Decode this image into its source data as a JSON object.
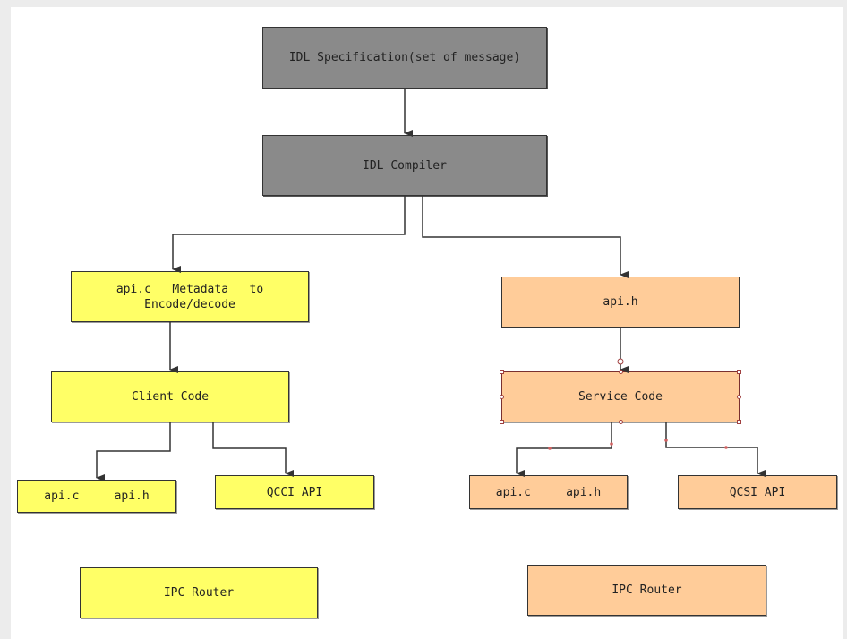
{
  "diagram": {
    "nodes": {
      "idl_spec": {
        "label": "IDL Specification(set of message)"
      },
      "idl_compiler": {
        "label": "IDL Compiler"
      },
      "client_metadata": {
        "label_line1": "api.c   Metadata   to",
        "label_line2": "Encode/decode"
      },
      "client_code": {
        "label": "Client Code"
      },
      "client_api_files": {
        "label": "api.c     api.h"
      },
      "qcci_api": {
        "label": "QCCI API"
      },
      "client_ipc_router": {
        "label": "IPC Router"
      },
      "service_header": {
        "label": "api.h"
      },
      "service_code": {
        "label": "Service Code"
      },
      "service_api_files": {
        "label": "api.c     api.h"
      },
      "qcsi_api": {
        "label": "QCSI API"
      },
      "service_ipc_router": {
        "label": "IPC Router"
      }
    },
    "colors": {
      "compiler_fill": "#8a8a8a",
      "client_fill": "#ffff66",
      "service_fill": "#ffcc99",
      "line": "#333333"
    }
  }
}
